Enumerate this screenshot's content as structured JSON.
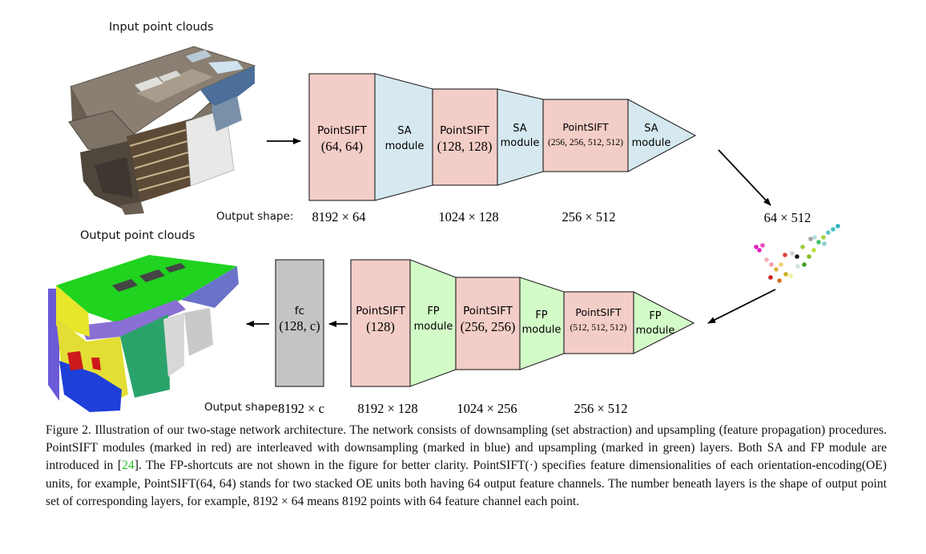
{
  "labels": {
    "input_title": "Input point clouds",
    "output_title": "Output point clouds",
    "output_shape_label": "Output shape:",
    "mid_shape": "64 × 512"
  },
  "encoder": {
    "blocks": [
      {
        "kind": "pointsift",
        "name": "PointSIFT",
        "param": "(64, 64)"
      },
      {
        "kind": "sa",
        "line1": "SA",
        "line2": "module"
      },
      {
        "kind": "pointsift",
        "name": "PointSIFT",
        "param": "(128, 128)"
      },
      {
        "kind": "sa",
        "line1": "SA",
        "line2": "module"
      },
      {
        "kind": "pointsift",
        "name": "PointSIFT",
        "param": "(256, 256, 512, 512)"
      },
      {
        "kind": "sa",
        "line1": "SA",
        "line2": "module"
      }
    ],
    "shapes": [
      "8192 × 64",
      "1024 × 128",
      "256 × 512"
    ]
  },
  "decoder": {
    "fc": {
      "name": "fc",
      "param": "(128, c)"
    },
    "blocks": [
      {
        "kind": "pointsift",
        "name": "PointSIFT",
        "param": "(128)"
      },
      {
        "kind": "fp",
        "line1": "FP",
        "line2": "module"
      },
      {
        "kind": "pointsift",
        "name": "PointSIFT",
        "param": "(256, 256)"
      },
      {
        "kind": "fp",
        "line1": "FP",
        "line2": "module"
      },
      {
        "kind": "pointsift",
        "name": "PointSIFT",
        "param": "(512, 512, 512)"
      },
      {
        "kind": "fp",
        "line1": "FP",
        "line2": "module"
      }
    ],
    "shapes": [
      "8192 × c",
      "8192 × 128",
      "1024 × 256",
      "256 × 512"
    ]
  },
  "colors": {
    "pointsift": "#f3cdc7",
    "sa": "#d6e9f0",
    "fp": "#d3fbc8",
    "fc": "#c4c4c4",
    "cite": "#22bb22"
  },
  "caption": {
    "prefix": "Figure 2. Illustration of our two-stage network architecture. The network consists of downsampling (set abstraction) and upsampling (feature propagation) procedures. PointSIFT modules (marked in red) are interleaved with downsampling (marked in blue) and upsampling (marked in green) layers. Both SA and FP module are introduced in [",
    "cite": "24",
    "suffix": "]. The FP-shortcuts are not shown in the figure for better clarity. PointSIFT(·) specifies feature dimensionalities of each orientation-encoding(OE) units, for example, PointSIFT(64, 64) stands for two stacked OE units both having 64 output feature channels. The number beneath layers is the shape of output point set of corresponding layers, for example, 8192 × 64 means 8192 points with 64 feature channel each point."
  }
}
